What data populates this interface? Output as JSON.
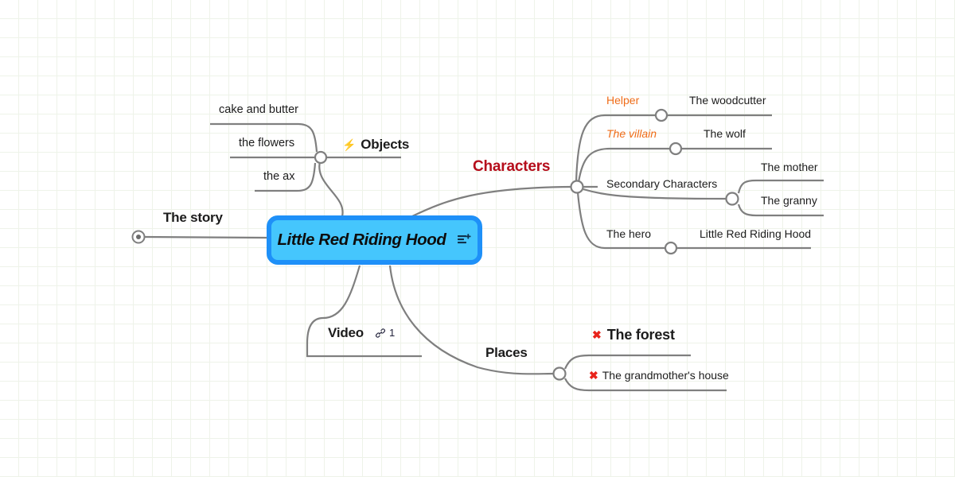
{
  "canvas": {
    "grid_color": "#eef3e9",
    "background": "#ffffff",
    "edge_color": "#7f7f7f"
  },
  "root": {
    "title": "Little Red Riding Hood",
    "border_color": "#1e90f8",
    "fill_color": "#45c6fd",
    "note_icon": "notes-plus-icon"
  },
  "branches": {
    "story": {
      "label": "The story",
      "collapsed_indicator": "collapsed-dot-icon"
    },
    "objects": {
      "label": "Objects",
      "icon": "lightning-bolt-icon",
      "icon_color": "#f6b42b",
      "children": [
        {
          "label": "cake and butter"
        },
        {
          "label": "the flowers"
        },
        {
          "label": "the ax"
        }
      ]
    },
    "characters": {
      "label": "Characters",
      "color": "#b50d1b",
      "children": [
        {
          "label": "Helper",
          "color": "#ef6c18",
          "children": [
            {
              "label": "The woodcutter"
            }
          ]
        },
        {
          "label": "The villain",
          "color": "#ef6c18",
          "style": "italic",
          "children": [
            {
              "label": "The wolf"
            }
          ]
        },
        {
          "label": "Secondary Characters",
          "children": [
            {
              "label": "The mother"
            },
            {
              "label": "The granny"
            }
          ]
        },
        {
          "label": "The hero",
          "children": [
            {
              "label": "Little Red Riding Hood"
            }
          ]
        }
      ]
    },
    "video": {
      "label": "Video",
      "link_icon": "link-chain-icon",
      "link_count": "1"
    },
    "places": {
      "label": "Places",
      "children": [
        {
          "label": "The forest",
          "icon": "red-x-icon",
          "icon_color": "#e8241b",
          "emphasis": "bold"
        },
        {
          "label": "The grandmother's house",
          "icon": "red-x-icon",
          "icon_color": "#e8241b"
        }
      ]
    }
  }
}
